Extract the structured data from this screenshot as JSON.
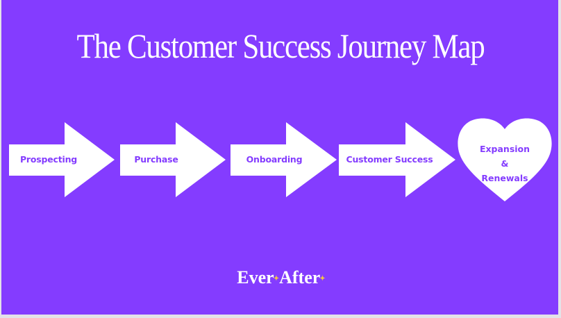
{
  "title": "The Customer Success Journey Map",
  "colors": {
    "background": "#843cff",
    "shape_fill": "#ffffff",
    "label_text": "#843cff",
    "logo_sparkle": "#f4c542",
    "frame": "#e4e2e8"
  },
  "steps": [
    {
      "label": "Prospecting",
      "shape": "arrow"
    },
    {
      "label": "Purchase",
      "shape": "arrow"
    },
    {
      "label": "Onboarding",
      "shape": "arrow"
    },
    {
      "label": "Customer Success",
      "shape": "arrow"
    }
  ],
  "final_step": {
    "shape": "heart",
    "line1": "Expansion",
    "line2": "&",
    "line3": "Renewals"
  },
  "logo": {
    "part1": "Ever",
    "part2": "After",
    "sparkle": "✦"
  }
}
